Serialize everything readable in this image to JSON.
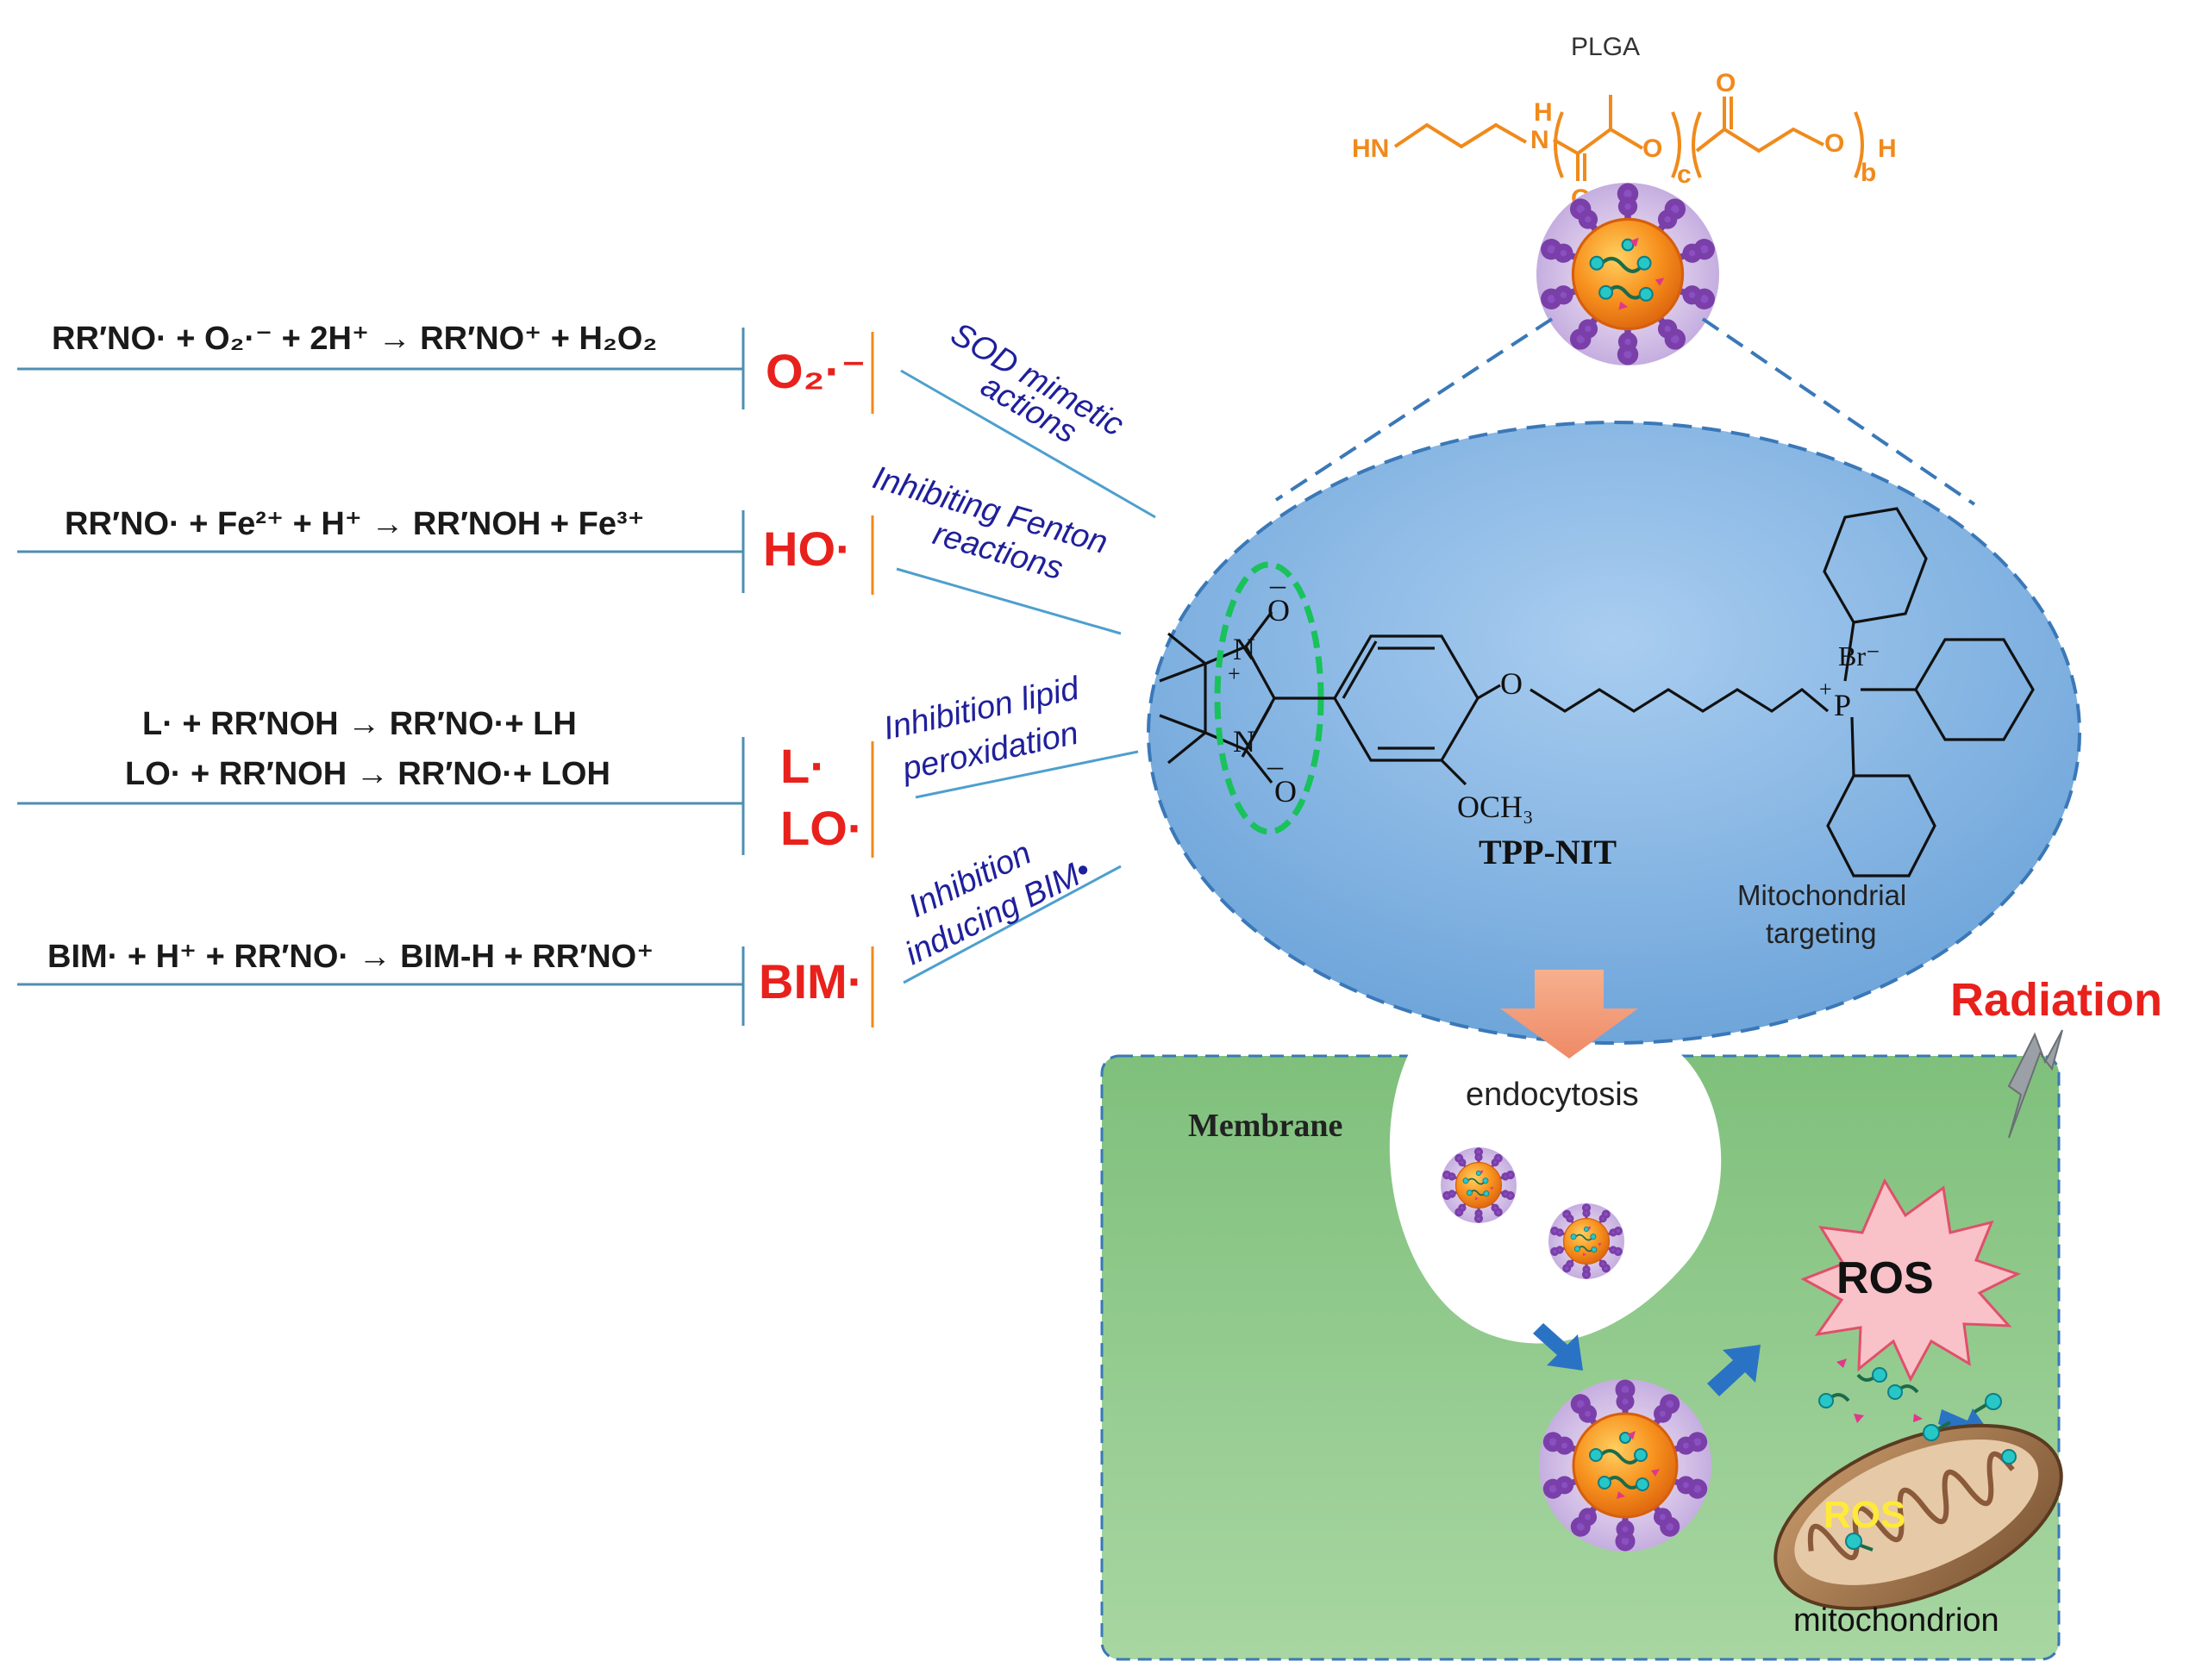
{
  "polymer": {
    "label": "PLGA",
    "atoms": {
      "hn": "HN",
      "n": "N",
      "h": "H",
      "o": "O",
      "c": "c",
      "b": "b",
      "h_end": "H"
    }
  },
  "reactions": [
    {
      "radical": "O₂·⁻",
      "equation": "RR′NO· + O₂·⁻ + 2H⁺ → RR′NO⁺ + H₂O₂",
      "action": [
        "SOD mimetic",
        "actions"
      ]
    },
    {
      "radical": "HO·",
      "equation": "RR′NO· + Fe²⁺ + H⁺ → RR′NOH + Fe³⁺",
      "action": [
        "Inhibiting  Fenton",
        "reactions"
      ]
    },
    {
      "radical": [
        "L·",
        "LO·"
      ],
      "equation": [
        "L· + RR′NOH → RR′NO·+ LH",
        "LO· + RR′NOH → RR′NO·+ LOH"
      ],
      "action": [
        "Inhibition lipid",
        "peroxidation"
      ]
    },
    {
      "radical": "BIM·",
      "equation": "BIM· + H⁺ + RR′NO· → BIM-H + RR′NO⁺",
      "action": [
        "Inhibition",
        "inducing BIM•"
      ]
    }
  ],
  "molecule": {
    "name": "TPP-NIT",
    "targeting": [
      "Mitochondrial",
      "targeting"
    ],
    "atoms": {
      "n_top": "N",
      "n_bottom": "N",
      "o_top": "O",
      "o_bottom": "O",
      "minus_top": "–",
      "minus_bottom": "–",
      "plus": "+",
      "ether_o": "O",
      "methoxy": "OCH₃",
      "p": "P",
      "p_plus": "+",
      "br": "Br⁻"
    }
  },
  "cell": {
    "membrane": "Membrane",
    "endocytosis": "endocytosis",
    "radiation": "Radiation",
    "ros_burst": "ROS",
    "ros_mito": "ROS",
    "mitochondrion": "mitochondrion"
  },
  "colors": {
    "radical_red": "#e8211c",
    "action_blue": "#1f1f9c",
    "plga_orange": "#f08a1c",
    "ellipse_blue": "#7aaede",
    "cell_green": "#8fc98a",
    "nitroxide_ring": "#19c25a"
  }
}
